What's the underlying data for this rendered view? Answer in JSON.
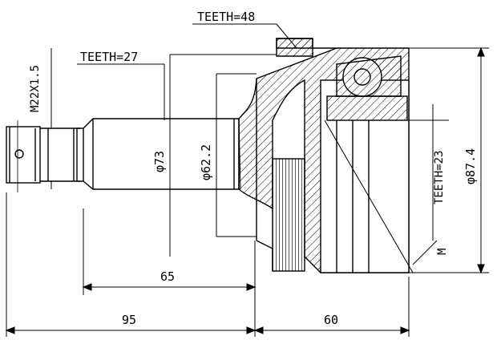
{
  "drawing": {
    "labels": {
      "teeth_outer": "TEETH=48",
      "teeth_shaft": "TEETH=27",
      "thread": "M22X1.5",
      "dia_73": "φ73",
      "dia_62": "φ62.2",
      "teeth_inner": "TEETH=23",
      "dia_87": "φ87.4",
      "marker": "M",
      "len_65": "65",
      "len_95": "95",
      "len_60": "60"
    }
  }
}
